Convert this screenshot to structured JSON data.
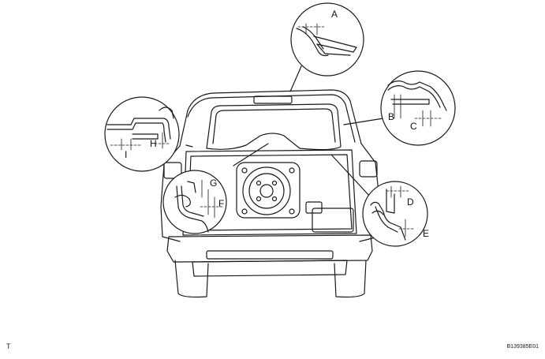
{
  "callouts": {
    "a": "A",
    "b": "B",
    "c": "C",
    "d": "D",
    "e": "E",
    "f": "F",
    "g": "G",
    "h": "H",
    "i": "I"
  },
  "footer": {
    "left_mark": "T",
    "figure_code": "B139385E01"
  }
}
